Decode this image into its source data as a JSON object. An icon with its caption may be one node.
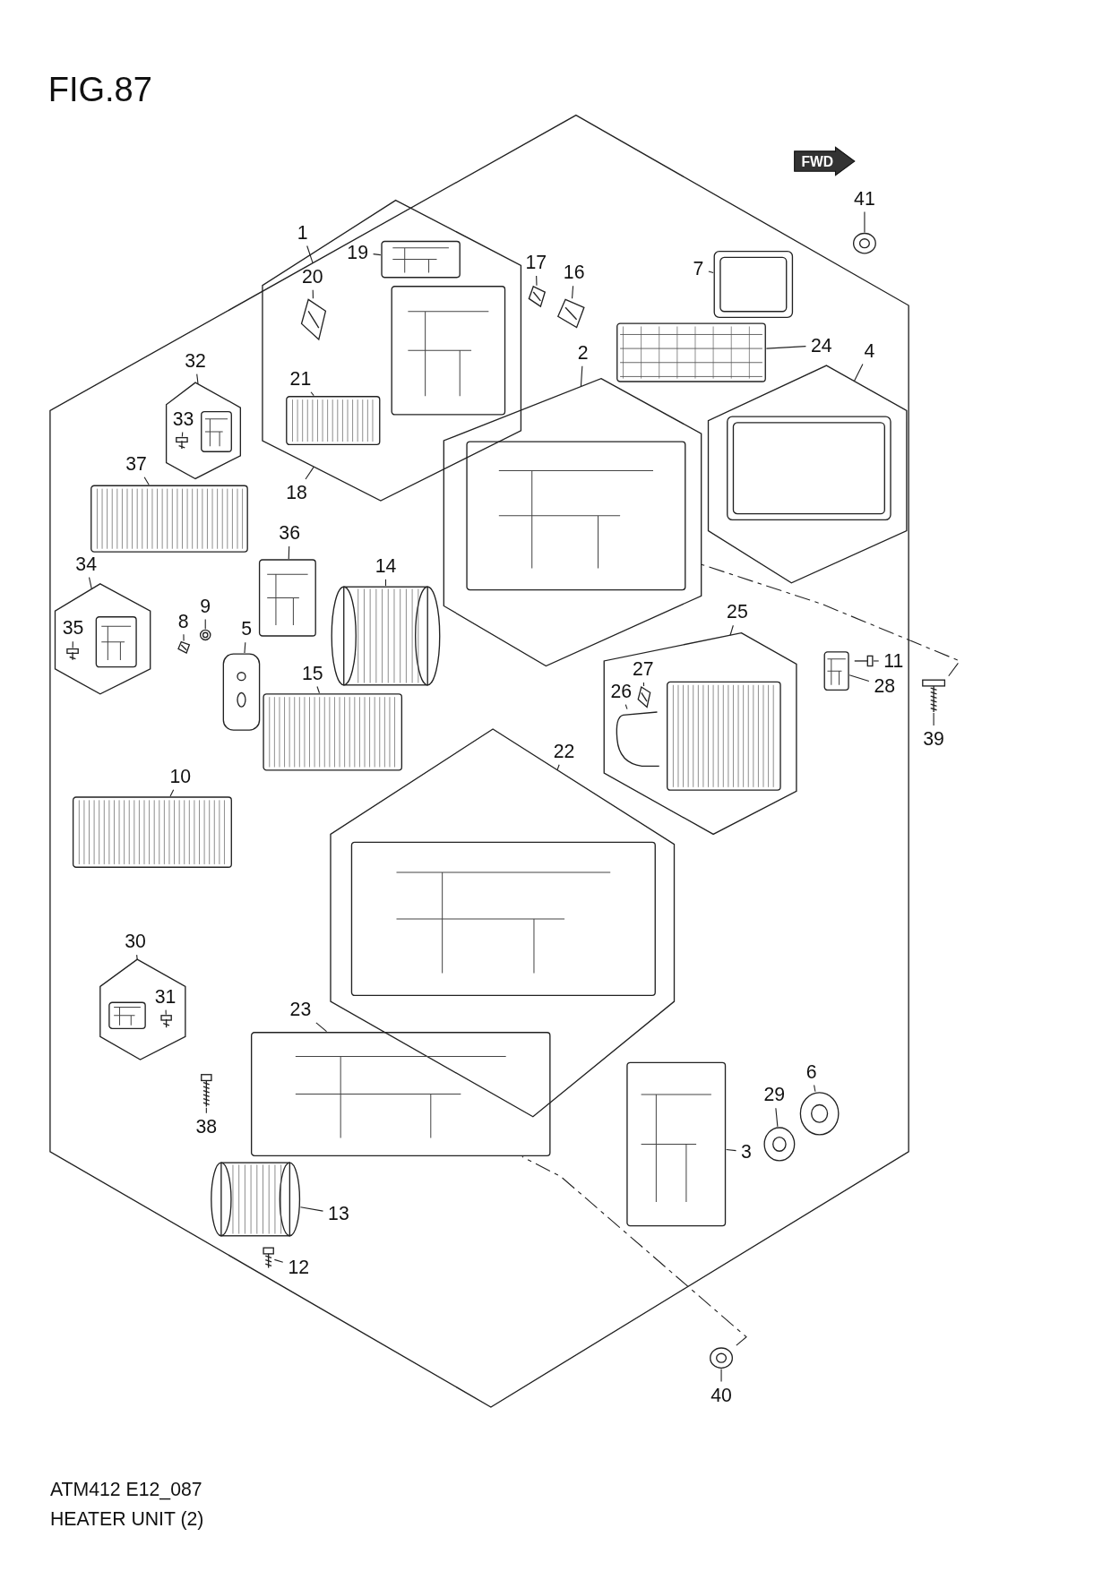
{
  "diagram": {
    "title": "FIG.87",
    "caption": "HEATER UNIT (2)",
    "nodes": [
      {
        "text": [],
        "shape": "hexagon"
      },
      {
        "text": [
          "1"
        ]
      },
      {
        "text": [],
        "shape": "hexagon",
        "in": 0
      },
      {
        "text": [
          "18"
        ],
        "in": 0
      },
      {
        "text": [
          "19"
        ],
        "in": 2
      },
      {
        "text": [],
        "shape": "picture",
        "in": 2
      },
      {
        "text": [
          "20"
        ],
        "in": 2
      },
      {
        "text": [],
        "shape": "picture",
        "in": 2
      },
      {
        "text": [
          "21"
        ],
        "in": 2
      },
      {
        "text": [],
        "shape": "picture",
        "in": 2
      },
      {
        "text": [
          "17"
        ],
        "in": 0
      },
      {
        "text": [],
        "shape": "picture",
        "in": 0
      },
      {
        "text": [
          "16"
        ],
        "in": 0
      },
      {
        "text": [],
        "shape": "picture",
        "in": 0
      },
      {
        "text": [
          "7"
        ],
        "in": 0
      },
      {
        "text": [],
        "shape": "picture",
        "in": 0
      },
      {
        "text": [
          "24"
        ],
        "in": 0
      },
      {
        "text": [],
        "shape": "picture",
        "in": 0
      },
      {
        "text": [
          "41"
        ]
      },
      {
        "text": [],
        "shape": "picture"
      },
      {
        "text": [
          "2"
        ],
        "in": 0
      },
      {
        "text": [],
        "shape": "hexagon",
        "in": 0
      },
      {
        "text": [],
        "shape": "picture",
        "in": 21
      },
      {
        "text": [
          "4"
        ],
        "in": 0
      },
      {
        "text": [],
        "shape": "hexagon",
        "in": 0
      },
      {
        "text": [],
        "shape": "picture",
        "in": 24
      },
      {
        "text": [
          "32"
        ],
        "in": 0
      },
      {
        "text": [],
        "shape": "hexagon",
        "in": 0
      },
      {
        "text": [
          "33"
        ],
        "in": 27
      },
      {
        "text": [],
        "shape": "picture",
        "in": 27
      },
      {
        "text": [
          "37"
        ],
        "in": 0
      },
      {
        "text": [],
        "shape": "picture",
        "in": 0
      },
      {
        "text": [
          "36"
        ],
        "in": 0
      },
      {
        "text": [],
        "shape": "picture",
        "in": 0
      },
      {
        "text": [
          "14"
        ],
        "in": 0
      },
      {
        "text": [],
        "shape": "picture",
        "in": 0
      },
      {
        "text": [
          "34"
        ],
        "in": 0
      },
      {
        "text": [],
        "shape": "hexagon",
        "in": 0
      },
      {
        "text": [
          "35"
        ],
        "in": 37
      },
      {
        "text": [],
        "shape": "picture",
        "in": 37
      },
      {
        "text": [
          "8"
        ],
        "in": 0
      },
      {
        "text": [],
        "shape": "picture",
        "in": 0
      },
      {
        "text": [
          "9"
        ],
        "in": 0
      },
      {
        "text": [],
        "shape": "picture",
        "in": 0
      },
      {
        "text": [
          "5"
        ],
        "in": 0
      },
      {
        "text": [],
        "shape": "picture",
        "in": 0
      },
      {
        "text": [
          "15"
        ],
        "in": 0
      },
      {
        "text": [],
        "shape": "picture",
        "in": 0
      },
      {
        "text": [
          "25"
        ],
        "in": 0
      },
      {
        "text": [],
        "shape": "hexagon",
        "in": 0
      },
      {
        "text": [
          "27"
        ],
        "in": 49
      },
      {
        "text": [],
        "shape": "picture",
        "in": 49
      },
      {
        "text": [
          "26"
        ],
        "in": 49
      },
      {
        "text": [],
        "shape": "picture",
        "in": 49
      },
      {
        "text": [],
        "shape": "picture",
        "in": 49
      },
      {
        "text": [
          "11"
        ],
        "in": 0
      },
      {
        "text": [],
        "shape": "picture",
        "in": 0
      },
      {
        "text": [
          "28"
        ],
        "in": 0
      },
      {
        "text": [],
        "shape": "picture",
        "in": 0
      },
      {
        "text": [
          "39"
        ]
      },
      {
        "text": [],
        "shape": "picture"
      },
      {
        "text": [
          "10"
        ],
        "in": 0
      },
      {
        "text": [],
        "shape": "picture",
        "in": 0
      },
      {
        "text": [
          "22"
        ],
        "in": 0
      },
      {
        "text": [],
        "shape": "hexagon",
        "in": 0
      },
      {
        "text": [],
        "shape": "picture",
        "in": 64
      },
      {
        "text": [
          "30"
        ],
        "in": 0
      },
      {
        "text": [],
        "shape": "hexagon",
        "in": 0
      },
      {
        "text": [
          "31"
        ],
        "in": 67
      },
      {
        "text": [],
        "shape": "picture",
        "in": 67
      },
      {
        "text": [
          "23"
        ],
        "in": 0
      },
      {
        "text": [],
        "shape": "picture",
        "in": 0
      },
      {
        "text": [
          "38"
        ],
        "in": 0
      },
      {
        "text": [],
        "shape": "picture",
        "in": 0
      },
      {
        "text": [
          "29"
        ],
        "in": 0
      },
      {
        "text": [],
        "shape": "picture",
        "in": 0
      },
      {
        "text": [
          "6"
        ],
        "in": 0
      },
      {
        "text": [],
        "shape": "picture",
        "in": 0
      },
      {
        "text": [
          "3"
        ],
        "in": 0
      },
      {
        "text": [],
        "shape": "picture",
        "in": 0
      },
      {
        "text": [
          "13"
        ],
        "in": 0
      },
      {
        "text": [],
        "shape": "picture",
        "in": 0
      },
      {
        "text": [
          "12"
        ],
        "in": 0
      },
      {
        "text": [],
        "shape": "picture",
        "in": 0
      },
      {
        "text": [
          "40"
        ]
      },
      {
        "text": [],
        "shape": "picture"
      }
    ],
    "edges": [
      {
        "from": 1,
        "to": 0,
        "arrow": "none"
      },
      {
        "from": 3,
        "to": 2,
        "arrow": "none"
      },
      {
        "from": 4,
        "to": 5,
        "arrow": "none"
      },
      {
        "from": 6,
        "to": 7,
        "arrow": "none"
      },
      {
        "from": 8,
        "to": 9,
        "arrow": "none"
      },
      {
        "from": 10,
        "to": 11,
        "arrow": "none"
      },
      {
        "from": 12,
        "to": 13,
        "arrow": "none"
      },
      {
        "from": 14,
        "to": 15,
        "arrow": "none"
      },
      {
        "from": 16,
        "to": 17,
        "arrow": "none"
      },
      {
        "from": 18,
        "to": 19,
        "arrow": "none"
      },
      {
        "from": 20,
        "to": 21,
        "arrow": "none"
      },
      {
        "from": 23,
        "to": 24,
        "arrow": "none"
      },
      {
        "from": 26,
        "to": 27,
        "arrow": "none"
      },
      {
        "from": 28,
        "to": 29,
        "arrow": "none"
      },
      {
        "from": 30,
        "to": 31,
        "arrow": "none"
      },
      {
        "from": 32,
        "to": 33,
        "arrow": "none"
      },
      {
        "from": 34,
        "to": 35,
        "arrow": "none"
      },
      {
        "from": 36,
        "to": 37,
        "arrow": "none"
      },
      {
        "from": 38,
        "to": 39,
        "arrow": "none"
      },
      {
        "from": 40,
        "to": 41,
        "arrow": "none"
      },
      {
        "from": 42,
        "to": 43,
        "arrow": "none"
      },
      {
        "from": 44,
        "to": 45,
        "arrow": "none"
      },
      {
        "from": 46,
        "to": 47,
        "arrow": "none"
      },
      {
        "from": 48,
        "to": 49,
        "arrow": "none"
      },
      {
        "from": 50,
        "to": 51,
        "arrow": "none"
      },
      {
        "from": 52,
        "to": 53,
        "arrow": "none"
      },
      {
        "from": 55,
        "to": 56,
        "arrow": "none"
      },
      {
        "from": 57,
        "to": 58,
        "arrow": "none"
      },
      {
        "from": 59,
        "to": 60,
        "arrow": "none"
      },
      {
        "from": 61,
        "to": 62,
        "arrow": "none"
      },
      {
        "from": 63,
        "to": 64,
        "arrow": "none"
      },
      {
        "from": 66,
        "to": 67,
        "arrow": "none"
      },
      {
        "from": 68,
        "to": 69,
        "arrow": "none"
      },
      {
        "from": 70,
        "to": 71,
        "arrow": "none"
      },
      {
        "from": 72,
        "to": 73,
        "arrow": "none"
      },
      {
        "from": 74,
        "to": 75,
        "arrow": "none"
      },
      {
        "from": 76,
        "to": 77,
        "arrow": "none"
      },
      {
        "from": 78,
        "to": 79,
        "arrow": "none"
      },
      {
        "from": 80,
        "to": 81,
        "arrow": "none"
      },
      {
        "from": 82,
        "to": 83,
        "arrow": "none"
      },
      {
        "from": 84,
        "to": 85,
        "arrow": "none"
      },
      {
        "from": 60,
        "to": 21,
        "arrow": "none",
        "style": "dashed"
      },
      {
        "from": 85,
        "to": 71,
        "arrow": "none",
        "style": "dashed"
      }
    ],
    "labels": [
      "FWD",
      "ATM412 E12_087"
    ]
  }
}
